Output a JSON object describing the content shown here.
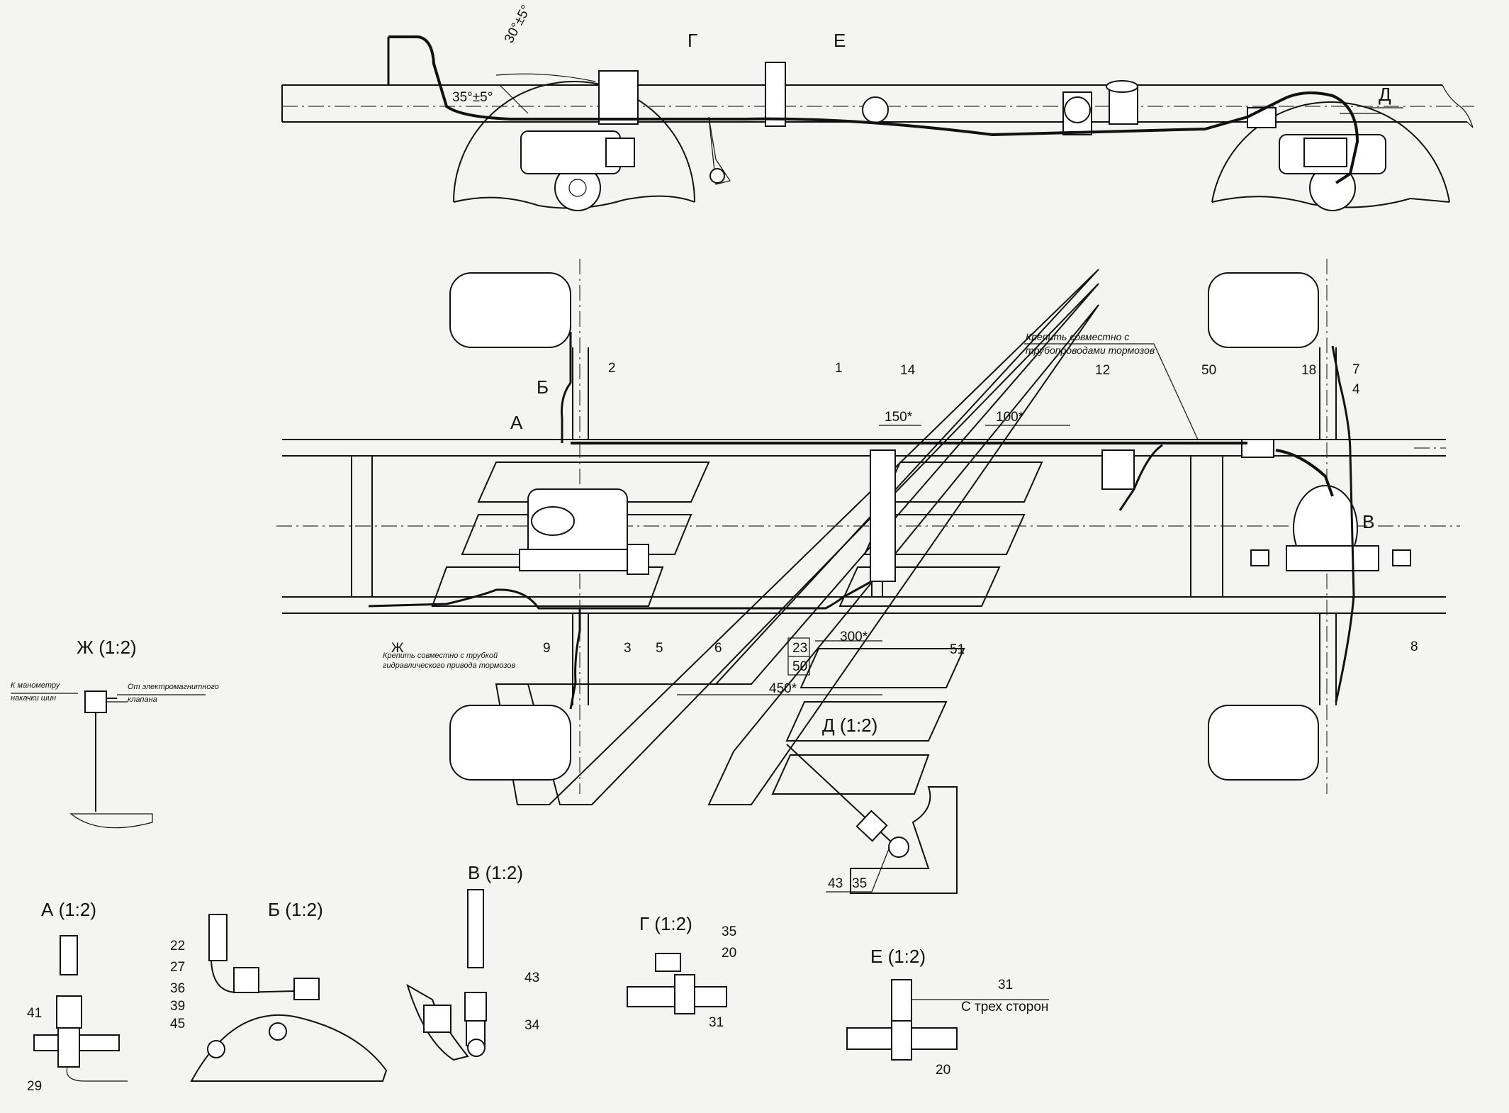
{
  "side_view": {
    "labels": {
      "angle_30": "30°±5°",
      "angle_35": "35°±5°",
      "G": "Г",
      "E": "Е",
      "D": "Д"
    }
  },
  "plan_view": {
    "labels": {
      "A": "А",
      "B": "Б",
      "V": "В",
      "Zh": "Ж",
      "p1": "1",
      "p2": "2",
      "p3": "3",
      "p4": "4",
      "p5": "5",
      "p6": "6",
      "p7": "7",
      "p8": "8",
      "p9": "9",
      "p12": "12",
      "p14": "14",
      "p18": "18",
      "p23": "23",
      "p50": "50",
      "p50b": "50",
      "p51": "51"
    },
    "dims": {
      "d150": "150*",
      "d100": "100*",
      "d300": "300*",
      "d450": "450*"
    },
    "note_mount_1": "Крепить совместно с",
    "note_mount_2": "трубопроводами тормозов",
    "note_hydro_1": "Крепить совместно с трубкой",
    "note_hydro_2": "гидравлического привода тормозов"
  },
  "detail_zh": {
    "title": "Ж (1:2)",
    "note_left_1": "К манометру",
    "note_left_2": "накачки шин",
    "note_right_1": "От электромагнитного",
    "note_right_2": "клапана"
  },
  "detail_d": {
    "title": "Д (1:2)",
    "p43": "43",
    "p35": "35"
  },
  "detail_a": {
    "title": "А (1:2)",
    "p41": "41",
    "p29": "29"
  },
  "detail_b": {
    "title": "Б (1:2)",
    "p22": "22",
    "p27": "27",
    "p36": "36",
    "p39": "39",
    "p45": "45"
  },
  "detail_v": {
    "title": "В (1:2)",
    "p43": "43",
    "p34": "34"
  },
  "detail_g": {
    "title": "Г (1:2)",
    "p35": "35",
    "p20": "20",
    "p31": "31"
  },
  "detail_e": {
    "title": "Е (1:2)",
    "p31": "31",
    "note": "С трех сторон",
    "p20": "20"
  }
}
